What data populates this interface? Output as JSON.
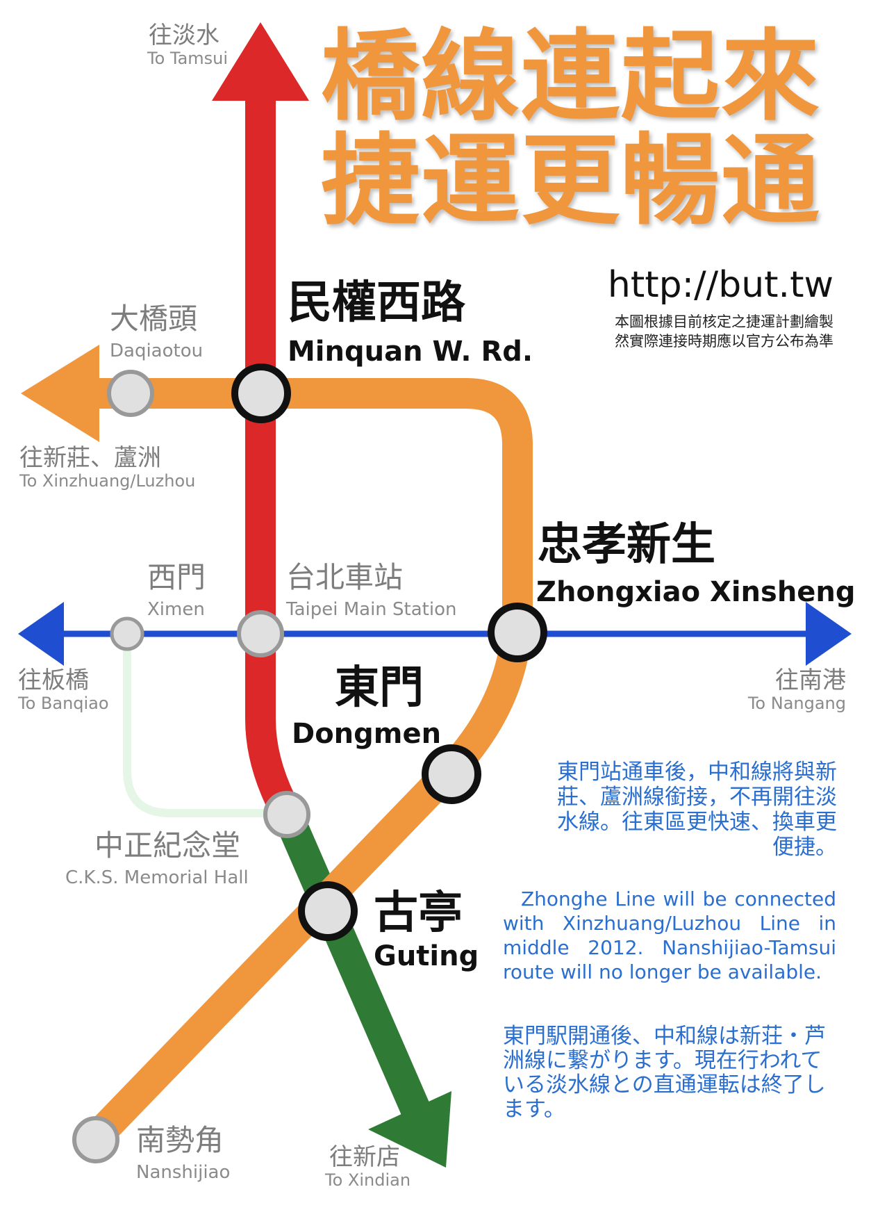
{
  "title": {
    "line1": "橋線連起來",
    "line2": "捷運更暢通"
  },
  "url": "http://but.tw",
  "notes": {
    "line1": "本圖根據目前核定之捷運計劃繪製",
    "line2": "然實際連接時期應以官方公布為準"
  },
  "directions": {
    "tamsui": {
      "zh": "往淡水",
      "en": "To Tamsui"
    },
    "xinzhuang": {
      "zh": "往新莊、蘆洲",
      "en": "To Xinzhuang/Luzhou"
    },
    "banqiao": {
      "zh": "往板橋",
      "en": "To Banqiao"
    },
    "nangang": {
      "zh": "往南港",
      "en": "To Nangang"
    },
    "xindian": {
      "zh": "往新店",
      "en": "To Xindian"
    }
  },
  "stations": {
    "minquan": {
      "zh": "民權西路",
      "en": "Minquan W. Rd."
    },
    "daqiaotou": {
      "zh": "大橋頭",
      "en": "Daqiaotou"
    },
    "ximen": {
      "zh": "西門",
      "en": "Ximen"
    },
    "taipei_main": {
      "zh": "台北車站",
      "en": "Taipei Main Station"
    },
    "zhongxiao": {
      "zh": "忠孝新生",
      "en": "Zhongxiao Xinsheng"
    },
    "dongmen": {
      "zh": "東門",
      "en": "Dongmen"
    },
    "cks": {
      "zh": "中正紀念堂",
      "en": "C.K.S. Memorial Hall"
    },
    "guting": {
      "zh": "古亭",
      "en": "Guting"
    },
    "nanshijiao": {
      "zh": "南勢角",
      "en": "Nanshijiao"
    }
  },
  "description": {
    "zh": "東門站通車後，中和線將與新莊、蘆洲線銜接，不再開往淡水線。往東區更快速、換車更便捷。",
    "en": "Zhonghe Line will be connected with Xinzhuang/Luzhou Line in middle 2012. Nanshijiao-Tamsui route will no longer be available.",
    "ja": "東門駅開通後、中和線は新荘・芦洲線に繋がります。現在行われている淡水線との直通運転は終了します。"
  },
  "colors": {
    "red_line": "#dc2828",
    "orange_line": "#f0963c",
    "blue_line": "#1f4fd0",
    "green_line": "#2f7a34",
    "light_green_line": "#e6f6e6",
    "title": "#f0963c",
    "text_blue": "#2a6fd0"
  }
}
